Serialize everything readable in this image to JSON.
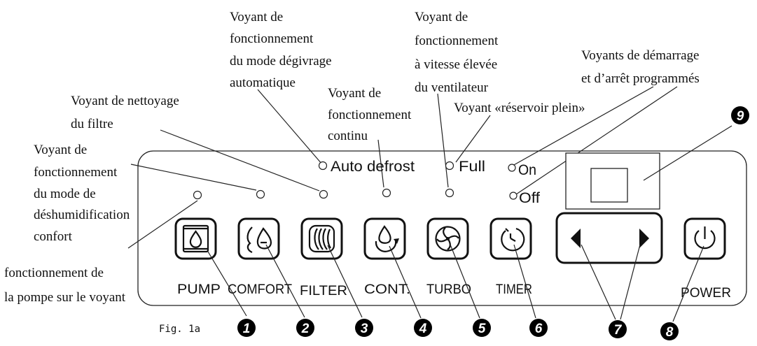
{
  "callouts": {
    "pump_mode": [
      "fonctionnement de",
      "la pompe sur le voyant"
    ],
    "comfort_mode": [
      "Voyant de",
      "fonctionnement",
      "du mode de",
      "déshumidification",
      "confort"
    ],
    "filter_clean": [
      "Voyant de nettoyage",
      "du filtre"
    ],
    "auto_defrost": [
      "Voyant de",
      "fonctionnement",
      "du mode dégivrage",
      "automatique"
    ],
    "continuous": [
      "Voyant de",
      "fonctionnement",
      "continu"
    ],
    "high_fan": [
      "Voyant de",
      "fonctionnement",
      "à vitesse élevée",
      "du ventilateur"
    ],
    "tank_full": [
      "Voyant «réservoir plein»"
    ],
    "timer_leds": [
      "Voyants de démarrage",
      "et d’arrêt programmés"
    ]
  },
  "panel": {
    "indicators": {
      "auto_defrost": "Auto defrost",
      "full": "Full",
      "on": "On",
      "off": "Off"
    },
    "buttons": {
      "pump": "PUMP",
      "comfort": "COMFORT",
      "filter": "FILTER",
      "cont": "CONT.",
      "turbo": "TURBO",
      "timer": "TIMER",
      "power": "POWER"
    }
  },
  "badges": [
    "1",
    "2",
    "3",
    "4",
    "5",
    "6",
    "7",
    "8",
    "9"
  ],
  "figure_caption": "Fig. 1a",
  "icons": {
    "pump": "pump-drop-icon",
    "comfort": "comfort-drop-icon",
    "filter": "filter-icon",
    "cont": "continuous-drop-icon",
    "turbo": "fan-icon",
    "timer": "timer-icon",
    "arrows": "left-right-arrows-icon",
    "power": "power-icon"
  }
}
